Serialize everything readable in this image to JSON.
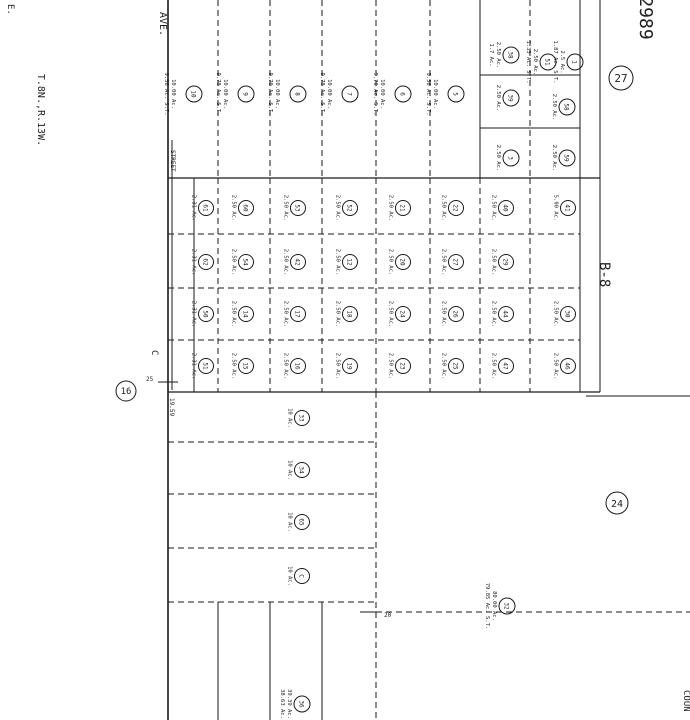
{
  "page": {
    "map_number": "2989",
    "township_range": "T.8N.,R.13W.",
    "corner_left": "E.",
    "avenue_label": "AVE.",
    "street_label": "STREET",
    "county_fragment": "COUN",
    "handwritten_note": "B-8",
    "curve_label": "C",
    "measure_25": "25",
    "measure_1959": "19.59",
    "measure_20": "20"
  },
  "sections": {
    "s27": "27",
    "s16": "16",
    "s24": "24"
  },
  "lots": {
    "top": [
      {
        "num": "1",
        "area": "2.5 Ac.",
        "detail": "1.87 Ac. S.T."
      },
      {
        "num": "51",
        "area": "2.50 Ac.",
        "detail": "1.33 Ac. S.T."
      },
      {
        "num": "38",
        "area": "2.50 Ac.",
        "detail": "1.7 Ac."
      },
      {
        "num": "58",
        "area": "2.50 Ac.",
        "detail": ""
      },
      {
        "num": "39",
        "area": "2.50 Ac.",
        "detail": ""
      },
      {
        "num": "59",
        "area": "2.50 Ac.",
        "detail": ""
      },
      {
        "num": "3",
        "area": "2.50 Ac.",
        "detail": ""
      }
    ],
    "large": [
      {
        "num": "10",
        "area": "10.00 Ac.",
        "detail": "9.56 Ac. S.T."
      },
      {
        "num": "9",
        "area": "10.00 Ac.",
        "detail": "9.70 Ac. S.T."
      },
      {
        "num": "8",
        "area": "10.00 Ac.",
        "detail": "9.70 Ac. S.T."
      },
      {
        "num": "7",
        "area": "10.00 Ac.",
        "detail": "9.70 Ac. S.T."
      },
      {
        "num": "6",
        "area": "10.00 Ac.",
        "detail": "9.70 Ac. S.T."
      },
      {
        "num": "5",
        "area": "10.00 Ac.",
        "detail": "9.56 Ac. S.T."
      }
    ],
    "grid": [
      [
        {
          "num": "61",
          "area": "2.31 Ac."
        },
        {
          "num": "60",
          "area": "2.50 Ac."
        },
        {
          "num": "53",
          "area": "2.50 Ac."
        },
        {
          "num": "52",
          "area": "2.50 Ac."
        },
        {
          "num": "21",
          "area": "2.50 Ac."
        },
        {
          "num": "22",
          "area": "2.50 Ac."
        },
        {
          "num": "40",
          "area": "2.50 Ac."
        },
        {
          "num": "41",
          "area": "5.00 Ac."
        }
      ],
      [
        {
          "num": "62",
          "area": "2.31 Ac."
        },
        {
          "num": "54",
          "area": "2.50 Ac."
        },
        {
          "num": "42",
          "area": "2.50 Ac."
        },
        {
          "num": "12",
          "area": "2.50 Ac."
        },
        {
          "num": "20",
          "area": "2.50 Ac."
        },
        {
          "num": "27",
          "area": "2.50 Ac."
        },
        {
          "num": "29",
          "area": "2.50 Ac."
        },
        {
          "num": "",
          "area": ""
        }
      ],
      [
        {
          "num": "50",
          "area": "2.31 Ac."
        },
        {
          "num": "14",
          "area": "2.50 Ac."
        },
        {
          "num": "17",
          "area": "2.50 Ac."
        },
        {
          "num": "18",
          "area": "2.50 Ac."
        },
        {
          "num": "24",
          "area": "2.50 Ac."
        },
        {
          "num": "26",
          "area": "2.50 Ac."
        },
        {
          "num": "44",
          "area": "2.50 Ac."
        },
        {
          "num": "30",
          "area": "2.50 Ac."
        }
      ],
      [
        {
          "num": "51",
          "area": "2.31 Ac."
        },
        {
          "num": "15",
          "area": "2.50 Ac."
        },
        {
          "num": "16",
          "area": "2.50 Ac."
        },
        {
          "num": "19",
          "area": "2.50 Ac."
        },
        {
          "num": "23",
          "area": "2.50 Ac."
        },
        {
          "num": "25",
          "area": "2.50 Ac."
        },
        {
          "num": "47",
          "area": "2.50 Ac."
        },
        {
          "num": "46",
          "area": "2.50 Ac."
        }
      ]
    ],
    "lower": [
      {
        "num": "33",
        "area": "10 Ac."
      },
      {
        "num": "34",
        "area": "10 Ac."
      },
      {
        "num": "65",
        "area": "10 Ac."
      },
      {
        "num": "C",
        "area": "10 Ac."
      }
    ],
    "big32": {
      "num": "32",
      "area": "80.00 Ac.",
      "detail": "79.85 Ac. S.T."
    },
    "bottom36": {
      "num": "36",
      "area": "39.39 Ac.",
      "detail": "38.63 Ac."
    }
  },
  "colors": {
    "ink": "#1a1a1a",
    "paper": "#ffffff"
  }
}
